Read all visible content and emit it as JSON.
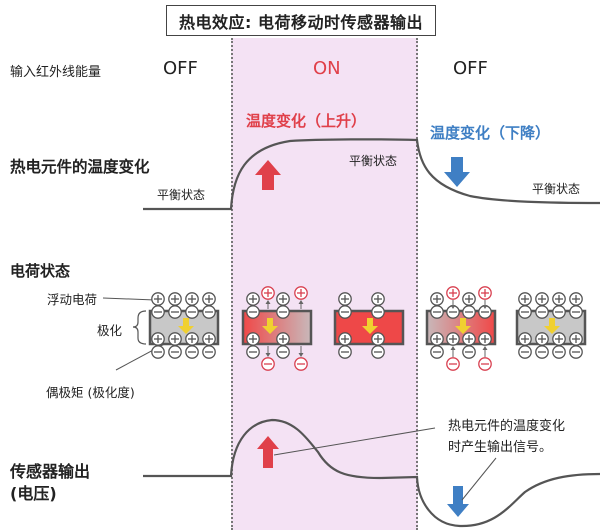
{
  "title": "热电效应: 电荷移动时传感器输出",
  "row_labels": {
    "ir_input": "输入红外线能量",
    "temperature": "热电元件的温度变化",
    "charge_state": "电荷状态",
    "sensor_output_line1": "传感器输出",
    "sensor_output_line2": "(电压)"
  },
  "phases": [
    {
      "id": "off-1",
      "state": "OFF"
    },
    {
      "id": "on",
      "state": "ON",
      "temp_change": "温度变化（上升）"
    },
    {
      "id": "off-2",
      "state": "OFF",
      "temp_change": "温度变化（下降）"
    }
  ],
  "equilibrium_label": "平衡状态",
  "charge_annotations": {
    "floating_charge": "浮动电荷",
    "polarization": "极化",
    "dipole_moment": "偶极矩 (极化度)"
  },
  "output_annotation": {
    "line1": "热电元件的温度变化",
    "line2": "时产生输出信号。"
  },
  "colors": {
    "on_band": "#f4e2f4",
    "on_text": "#e0404a",
    "rise_text": "#e0404a",
    "fall_text": "#3f7fc4",
    "up_arrow": "#e0404a",
    "down_arrow": "#3f7fc4",
    "curve": "#555555",
    "element_neutral": "#c8c8c8",
    "element_hot": "#ee4848",
    "polarization_arrow": "#f0d030"
  },
  "icons": {
    "rise": "up-arrow",
    "fall": "down-arrow",
    "plus_charge": "⊕",
    "minus_charge": "⊖"
  }
}
